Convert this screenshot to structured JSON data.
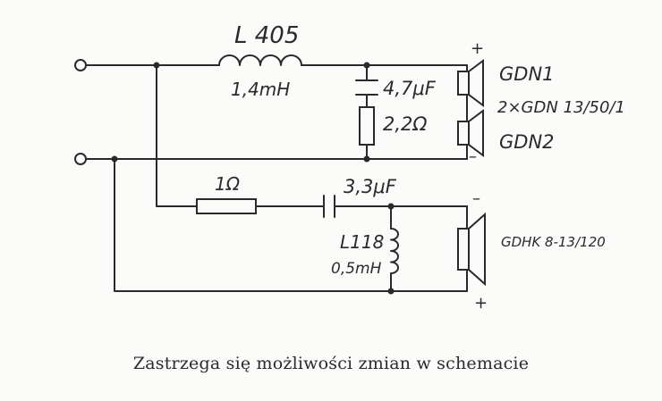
{
  "labels": {
    "l405_name": "L 405",
    "l405_value": "1,4mH",
    "c1_value": "4,7μF",
    "r1_value": "2,2Ω",
    "gdn1": "GDN1",
    "woofer_type": "2×GDN 13/50/1",
    "gdn2": "GDN2",
    "r2_value": "1Ω",
    "c2_value": "3,3μF",
    "l118_name": "L118",
    "l118_value": "0,5mH",
    "tweeter_type": "GDHK 8-13/120",
    "plus": "+",
    "minus": "–"
  },
  "caption": "Zastrzega się możliwości zmian w schemacie"
}
